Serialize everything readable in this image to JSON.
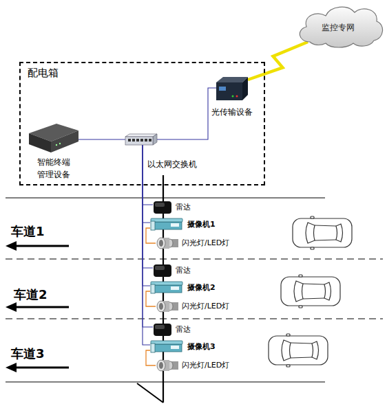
{
  "diagram": {
    "nodes": [
      {
        "text": [
          "监控专网"
        ]
      },
      {
        "text": [
          "配电箱"
        ]
      },
      {
        "text": [
          "光传输设备"
        ],
        "in": 1
      },
      {
        "text": [
          "智能终端 管理设备"
        ],
        "in": 1
      },
      {
        "text": [
          "以太网交换机"
        ],
        "in": 1
      },
      {
        "text": [
          "雷达"
        ]
      },
      {
        "text": [
          "摄像机1"
        ]
      },
      {
        "text": [
          "闪光灯/LED灯"
        ]
      },
      {
        "text": [
          "雷达"
        ]
      },
      {
        "text": [
          "摄像机2"
        ]
      },
      {
        "text": [
          "闪光灯/LED灯"
        ]
      },
      {
        "text": [
          "雷达"
        ]
      },
      {
        "text": [
          "摄像机3"
        ]
      },
      {
        "text": [
          "闪光灯/LED灯"
        ]
      }
    ],
    "edges": [
      {
        "from": 3,
        "to": 4,
        "arrow": "none"
      },
      {
        "from": 4,
        "to": 2,
        "arrow": "none"
      },
      {
        "from": 2,
        "to": 0,
        "arrow": "none"
      },
      {
        "from": 4,
        "to": 5,
        "arrow": "none"
      },
      {
        "from": 4,
        "to": 6,
        "arrow": "none"
      },
      {
        "from": 6,
        "to": 7,
        "arrow": "none"
      },
      {
        "from": 4,
        "to": 8,
        "arrow": "none"
      },
      {
        "from": 4,
        "to": 9,
        "arrow": "none"
      },
      {
        "from": 9,
        "to": 10,
        "arrow": "none"
      },
      {
        "from": 4,
        "to": 11,
        "arrow": "none"
      },
      {
        "from": 4,
        "to": 12,
        "arrow": "none"
      },
      {
        "from": 12,
        "to": 13,
        "arrow": "none"
      }
    ],
    "labels": [
      "车道1",
      "车道2",
      "车道3"
    ]
  }
}
